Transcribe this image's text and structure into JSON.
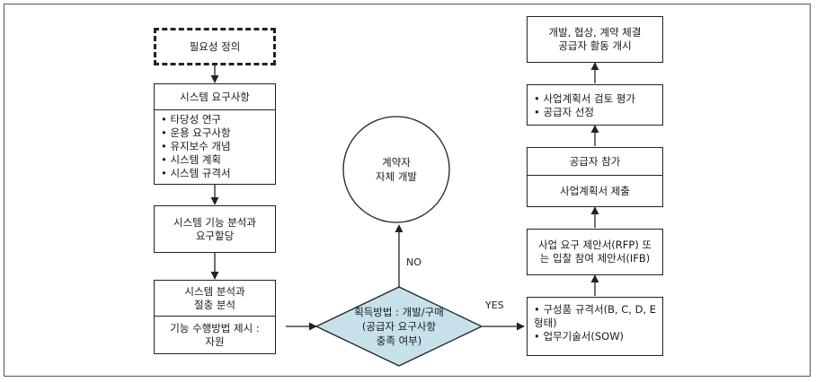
{
  "colors": {
    "diamond_fill": "#c6e1ea",
    "stroke": "#222222"
  },
  "left": {
    "need": "필요성 정의",
    "sysreq": "시스템 요구사항",
    "sysreq_items": [
      "타당성 연구",
      "운용 요구사항",
      "유지보수 개념",
      "시스템 계획",
      "시스템 규격서"
    ],
    "func_line1": "시스템 기능 분석과",
    "func_line2": "요구할당",
    "analysis_line1": "시스템 분석과",
    "analysis_line2": "절충 분석",
    "method_line1": "기능 수행방법 제시 :",
    "method_line2": "자원"
  },
  "middle": {
    "circle_line1": "계약자",
    "circle_line2": "자체 개발",
    "no_label": "NO",
    "yes_label": "YES",
    "diamond_line1": "획득방법 : 개발/구매",
    "diamond_line2": "(공급자 요구사항",
    "diamond_line3": "충족 여부)"
  },
  "right": {
    "top_line1": "개발, 협상, 계약 체결",
    "top_line2": "공급자 활동 개시",
    "eval_items": [
      "사업계획서 검토 평가",
      "공급자 선정"
    ],
    "participate": "공급자 참가",
    "submit": "사업계획서 제출",
    "rfp_line1": "사업 요구 제안서(RFP) 또",
    "rfp_line2": "는 입찰 참여 제안서(IFB)",
    "spec_items": [
      "구성품 규격서(B, C, D, E 형태)",
      "업무기술서(SOW)"
    ]
  }
}
